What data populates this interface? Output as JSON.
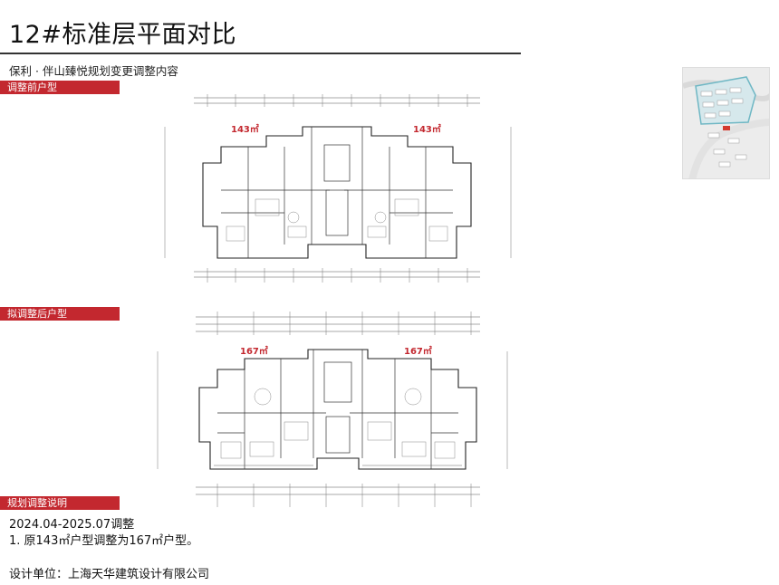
{
  "header": {
    "title": "12#标准层平面对比",
    "subtitle": "保利 · 伴山臻悦规划变更调整内容"
  },
  "sections": {
    "before_label": "调整前户型",
    "after_label": "拟调整后户型",
    "notes_label": "规划调整说明"
  },
  "plan_before": {
    "unit_area_left": "143㎡",
    "unit_area_right": "143㎡"
  },
  "plan_after": {
    "unit_area_left": "167㎡",
    "unit_area_right": "167㎡"
  },
  "notes": {
    "period": "2024.04-2025.07调整",
    "item1": "1.  原143㎡户型调整为167㎡户型。",
    "designer": "设计单位：上海天华建筑设计有限公司"
  },
  "colors": {
    "accent_red": "#c3282f",
    "highlight_teal": "#6fb7c4"
  }
}
